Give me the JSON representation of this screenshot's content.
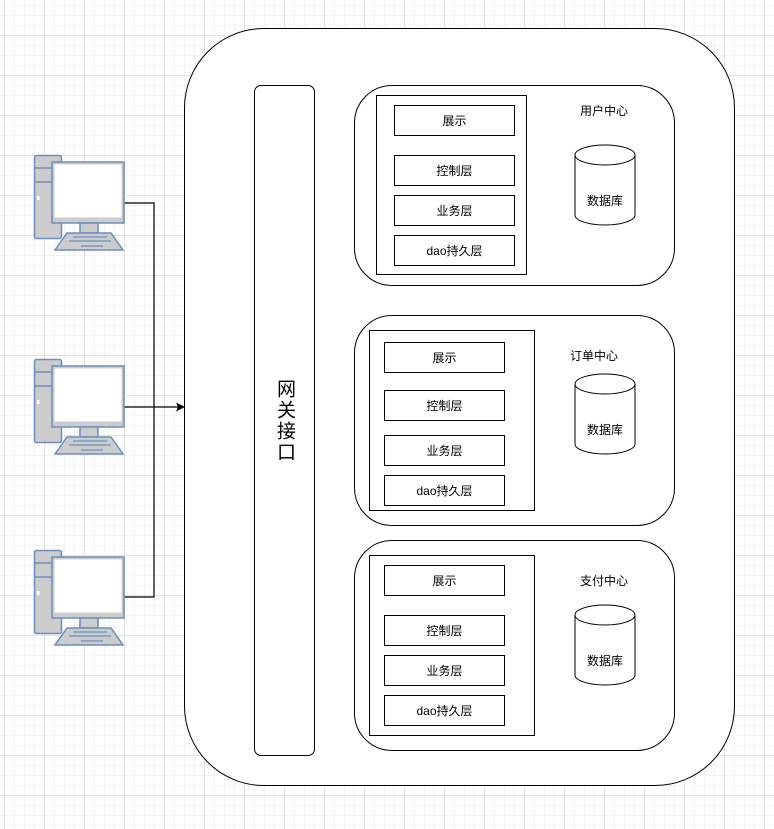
{
  "gateway": {
    "label": "网关接口"
  },
  "clients": [
    {
      "name": "computer-1"
    },
    {
      "name": "computer-2"
    },
    {
      "name": "computer-3"
    }
  ],
  "services": [
    {
      "title": "用户中心",
      "layers": [
        "展示",
        "控制层",
        "业务层",
        "dao持久层"
      ],
      "database": "数据库"
    },
    {
      "title": "订单中心",
      "layers": [
        "展示",
        "控制层",
        "业务层",
        "dao持久层"
      ],
      "database": "数据库"
    },
    {
      "title": "支付中心",
      "layers": [
        "展示",
        "控制层",
        "业务层",
        "dao持久层"
      ],
      "database": "数据库"
    }
  ],
  "colors": {
    "computer_stroke": "#6c8ebf",
    "computer_fill": "#cccccc",
    "line": "#000000"
  }
}
